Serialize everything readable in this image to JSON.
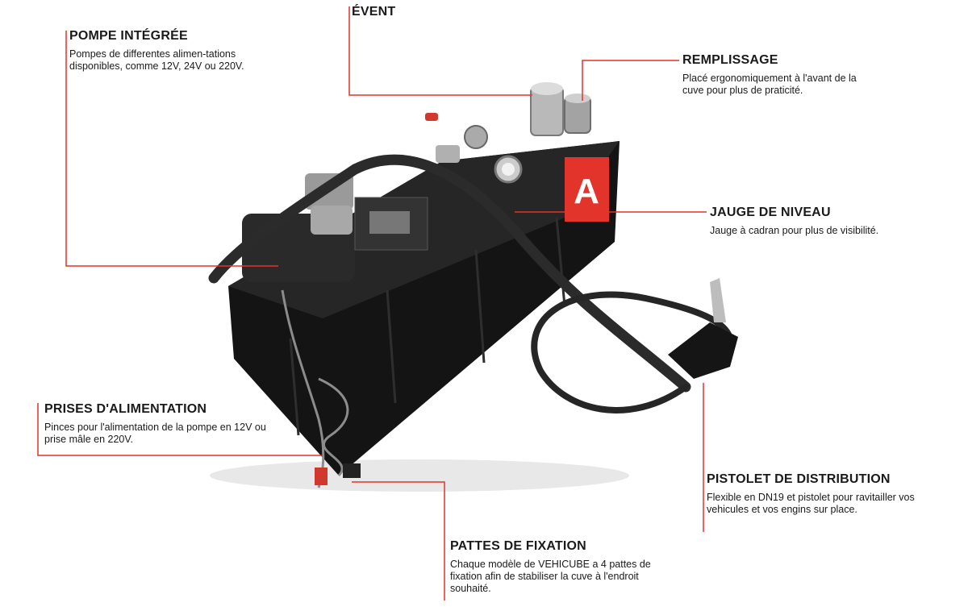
{
  "colors": {
    "accent": "#e2342b",
    "tank": "#141414",
    "text": "#1a1a1a",
    "background": "#ffffff"
  },
  "logo": {
    "letter": "A"
  },
  "callouts": {
    "pompe": {
      "title": "POMPE INTÉGRÉE",
      "text": "Pompes de differentes alimen-tations disponibles, comme 12V, 24V ou 220V."
    },
    "event": {
      "title": "ÉVENT"
    },
    "remplissage": {
      "title": "REMPLISSAGE",
      "text": "Placé ergonomiquement à l'avant de la cuve pour plus de praticité."
    },
    "jauge": {
      "title": "JAUGE DE NIVEAU",
      "text": "Jauge à cadran pour plus de visibilité."
    },
    "prises": {
      "title": "PRISES D'ALIMENTATION",
      "text": "Pinces pour l'alimentation de la pompe en 12V ou prise mâle en 220V."
    },
    "pistolet": {
      "title": "PISTOLET DE DISTRIBUTION",
      "text": "Flexible en DN19 et pistolet pour ravitailler vos vehicules et vos engins sur place."
    },
    "pattes": {
      "title": "PATTES DE FIXATION",
      "text": "Chaque modèle de VEHICUBE a 4 pattes de fixation afin de stabiliser la cuve à l'endroit souhaité."
    }
  }
}
